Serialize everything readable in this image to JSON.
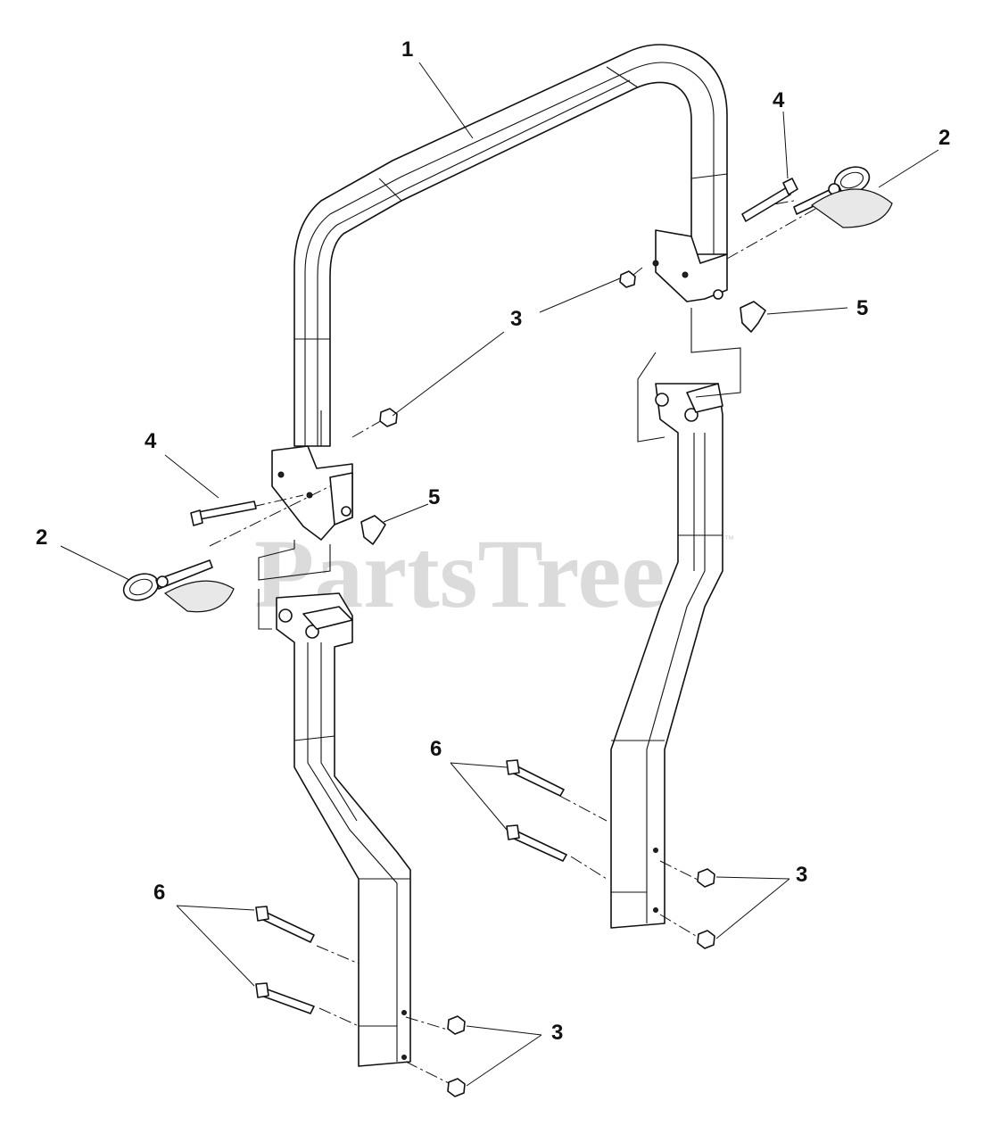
{
  "diagram": {
    "watermark": "PartsTree",
    "watermark_tm": "™",
    "callouts": [
      {
        "id": "c1",
        "label": "1"
      },
      {
        "id": "c2a",
        "label": "2"
      },
      {
        "id": "c2b",
        "label": "2"
      },
      {
        "id": "c3a",
        "label": "3"
      },
      {
        "id": "c3b",
        "label": "3"
      },
      {
        "id": "c3c",
        "label": "3"
      },
      {
        "id": "c3d",
        "label": "3"
      },
      {
        "id": "c4a",
        "label": "4"
      },
      {
        "id": "c4b",
        "label": "4"
      },
      {
        "id": "c5a",
        "label": "5"
      },
      {
        "id": "c5b",
        "label": "5"
      },
      {
        "id": "c6a",
        "label": "6"
      },
      {
        "id": "c6b",
        "label": "6"
      }
    ]
  }
}
